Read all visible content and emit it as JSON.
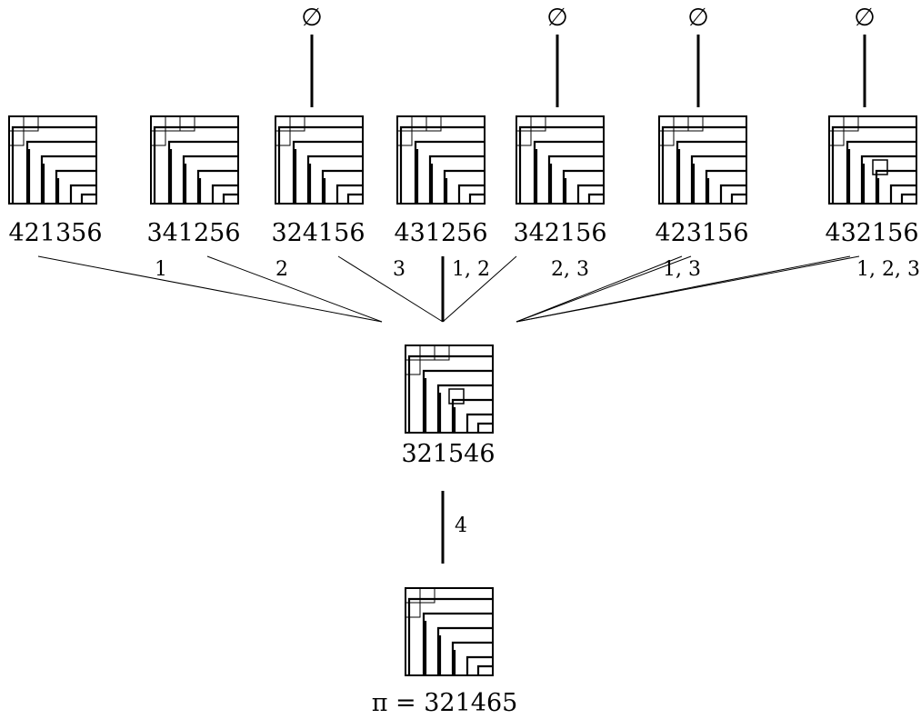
{
  "top_row": [
    {
      "perm": "421356",
      "edge_label": "1",
      "empty_set": ""
    },
    {
      "perm": "341256",
      "edge_label": "2",
      "empty_set": ""
    },
    {
      "perm": "324156",
      "edge_label": "3",
      "empty_set": "∅"
    },
    {
      "perm": "431256",
      "edge_label": "1, 2",
      "empty_set": ""
    },
    {
      "perm": "342156",
      "edge_label": "2, 3",
      "empty_set": "∅"
    },
    {
      "perm": "423156",
      "edge_label": "1, 3",
      "empty_set": "∅"
    },
    {
      "perm": "432156",
      "edge_label": "1, 2, 3",
      "empty_set": "∅"
    }
  ],
  "middle": {
    "perm": "321546"
  },
  "bottom_edge_label": "4",
  "bottom": {
    "perm_prefix": "π = ",
    "perm": "321465"
  }
}
